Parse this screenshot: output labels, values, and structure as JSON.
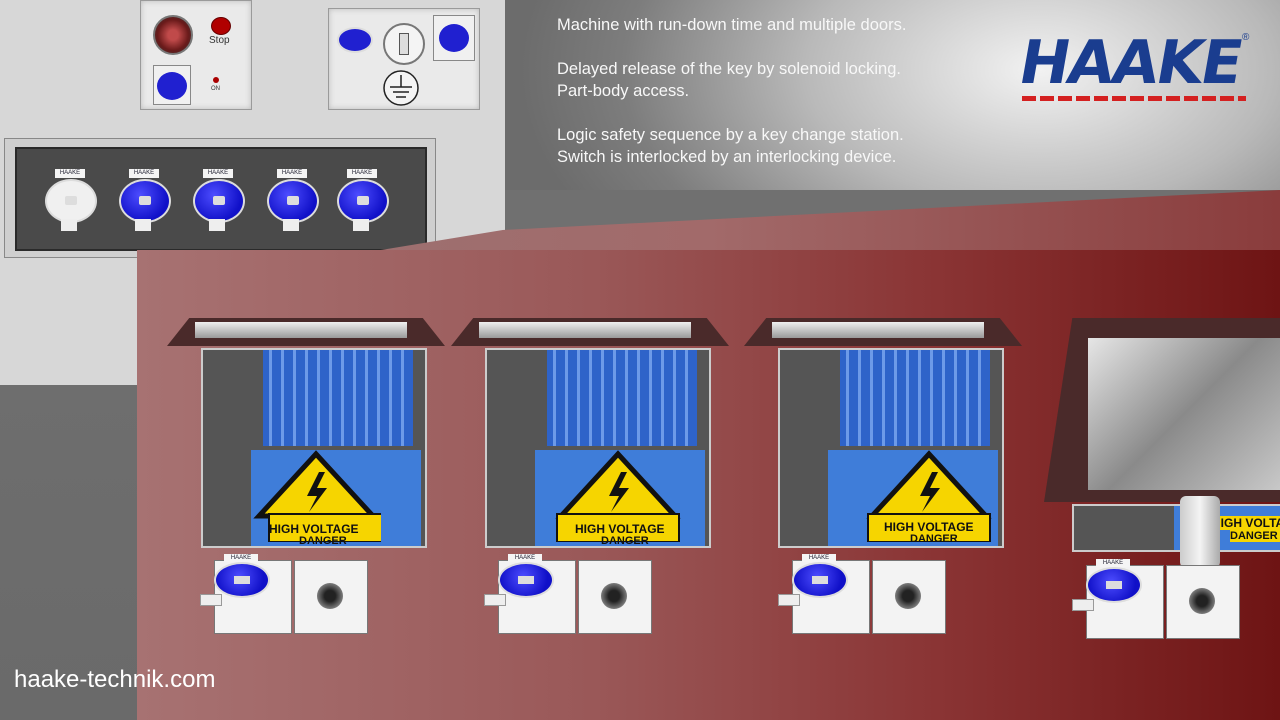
{
  "info": {
    "line1": "Machine with run-down time and multiple doors.",
    "line2a": "Delayed release of the key by solenoid locking.",
    "line2b": "Part-body access.",
    "line3a": "Logic safety sequence by a key change station.",
    "line3b": "Switch is interlocked by an interlocking device."
  },
  "brand": {
    "logo_text": "HAAKE",
    "url": "haake-technik.com"
  },
  "control_box": {
    "stop_label": "Stop",
    "on_label": "ON"
  },
  "key_label": "HAAKE",
  "warning": {
    "line1": "HIGH VOLTAGE",
    "line2": "DANGER"
  },
  "colors": {
    "brand_blue": "#1a3d8f",
    "brand_red": "#d42020",
    "key_blue": "#1010c8",
    "hazard_yellow": "#f6d500"
  },
  "icons": [
    "stop-button-icon",
    "ground-symbol-icon",
    "high-voltage-icon",
    "key-switch-icon"
  ]
}
